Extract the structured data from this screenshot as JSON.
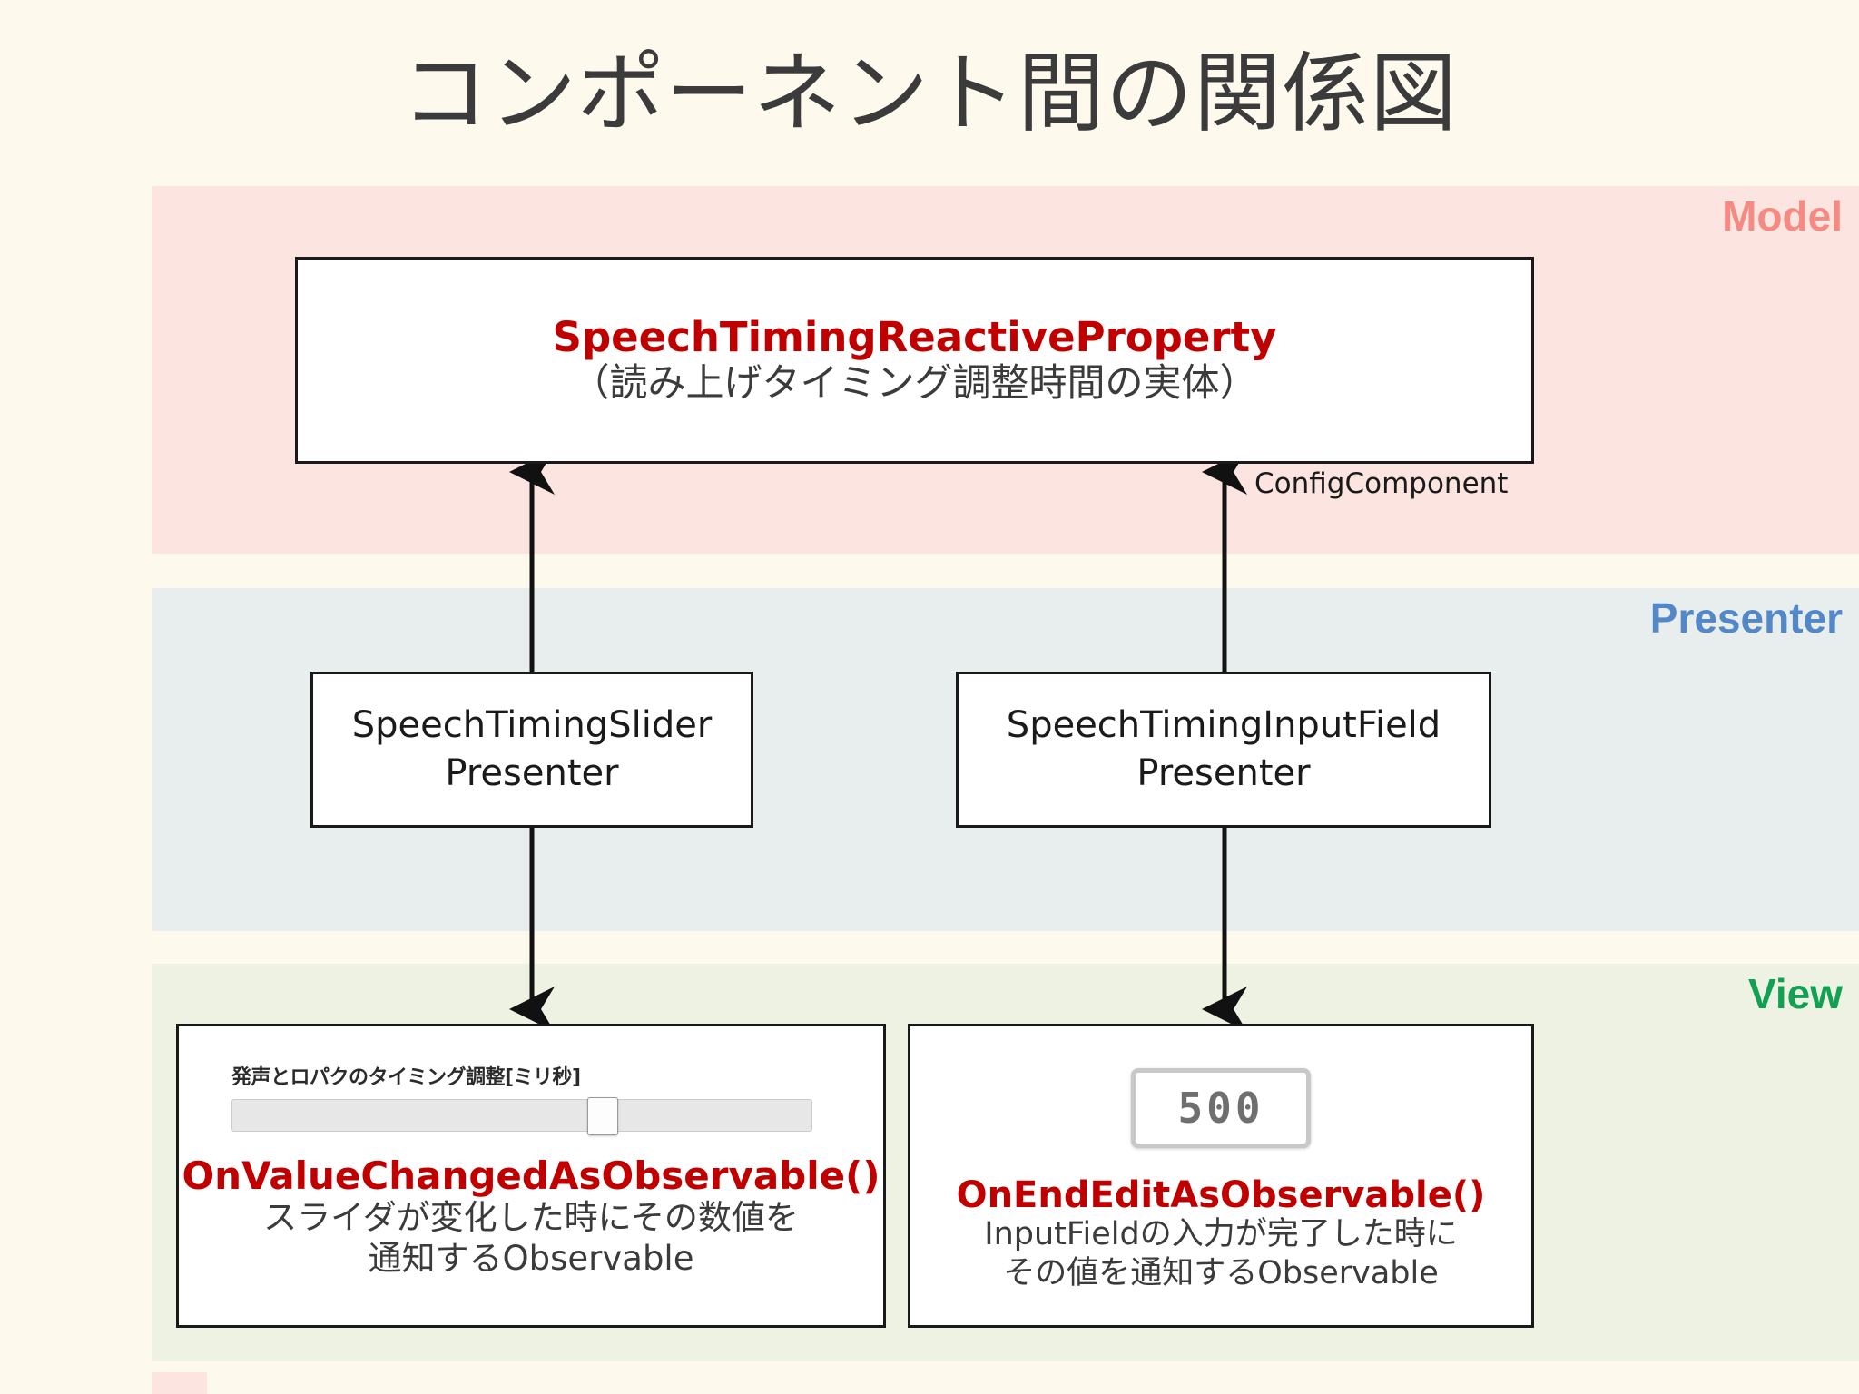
{
  "page": {
    "title": "コンポーネント間の関係図",
    "background_color": "#fdf9ec"
  },
  "bands": {
    "model": {
      "label": "Model",
      "color": "#f58a82",
      "background": "#fce4e0"
    },
    "presenter": {
      "label": "Presenter",
      "color": "#5288c8",
      "background": "#e8eeee"
    },
    "view": {
      "label": "View",
      "color": "#12a152",
      "background": "#eef2e2"
    }
  },
  "model_box": {
    "title": "SpeechTimingReactiveProperty",
    "subtitle": "（読み上げタイミング調整時間の実体）",
    "title_color": "#c00000"
  },
  "edge_labels": {
    "config_component": "ConfigComponent"
  },
  "presenters": {
    "slider": {
      "line1": "SpeechTimingSlider",
      "line2": "Presenter"
    },
    "input": {
      "line1": "SpeechTimingInputField",
      "line2": "Presenter"
    }
  },
  "views": {
    "slider": {
      "widget": {
        "type": "slider",
        "label": "発声とロパクのタイミング調整[ミリ秒]",
        "handle_position_percent": 64
      },
      "method": "OnValueChangedAsObservable()",
      "method_color": "#c00000",
      "description_line1": "スライダが変化した時にその数値を",
      "description_line2": "通知するObservable"
    },
    "input": {
      "widget": {
        "type": "input-field",
        "value": "500"
      },
      "method": "OnEndEditAsObservable()",
      "method_color": "#c00000",
      "description_line1": "InputFieldの入力が完了した時に",
      "description_line2": "その値を通知するObservable"
    }
  }
}
